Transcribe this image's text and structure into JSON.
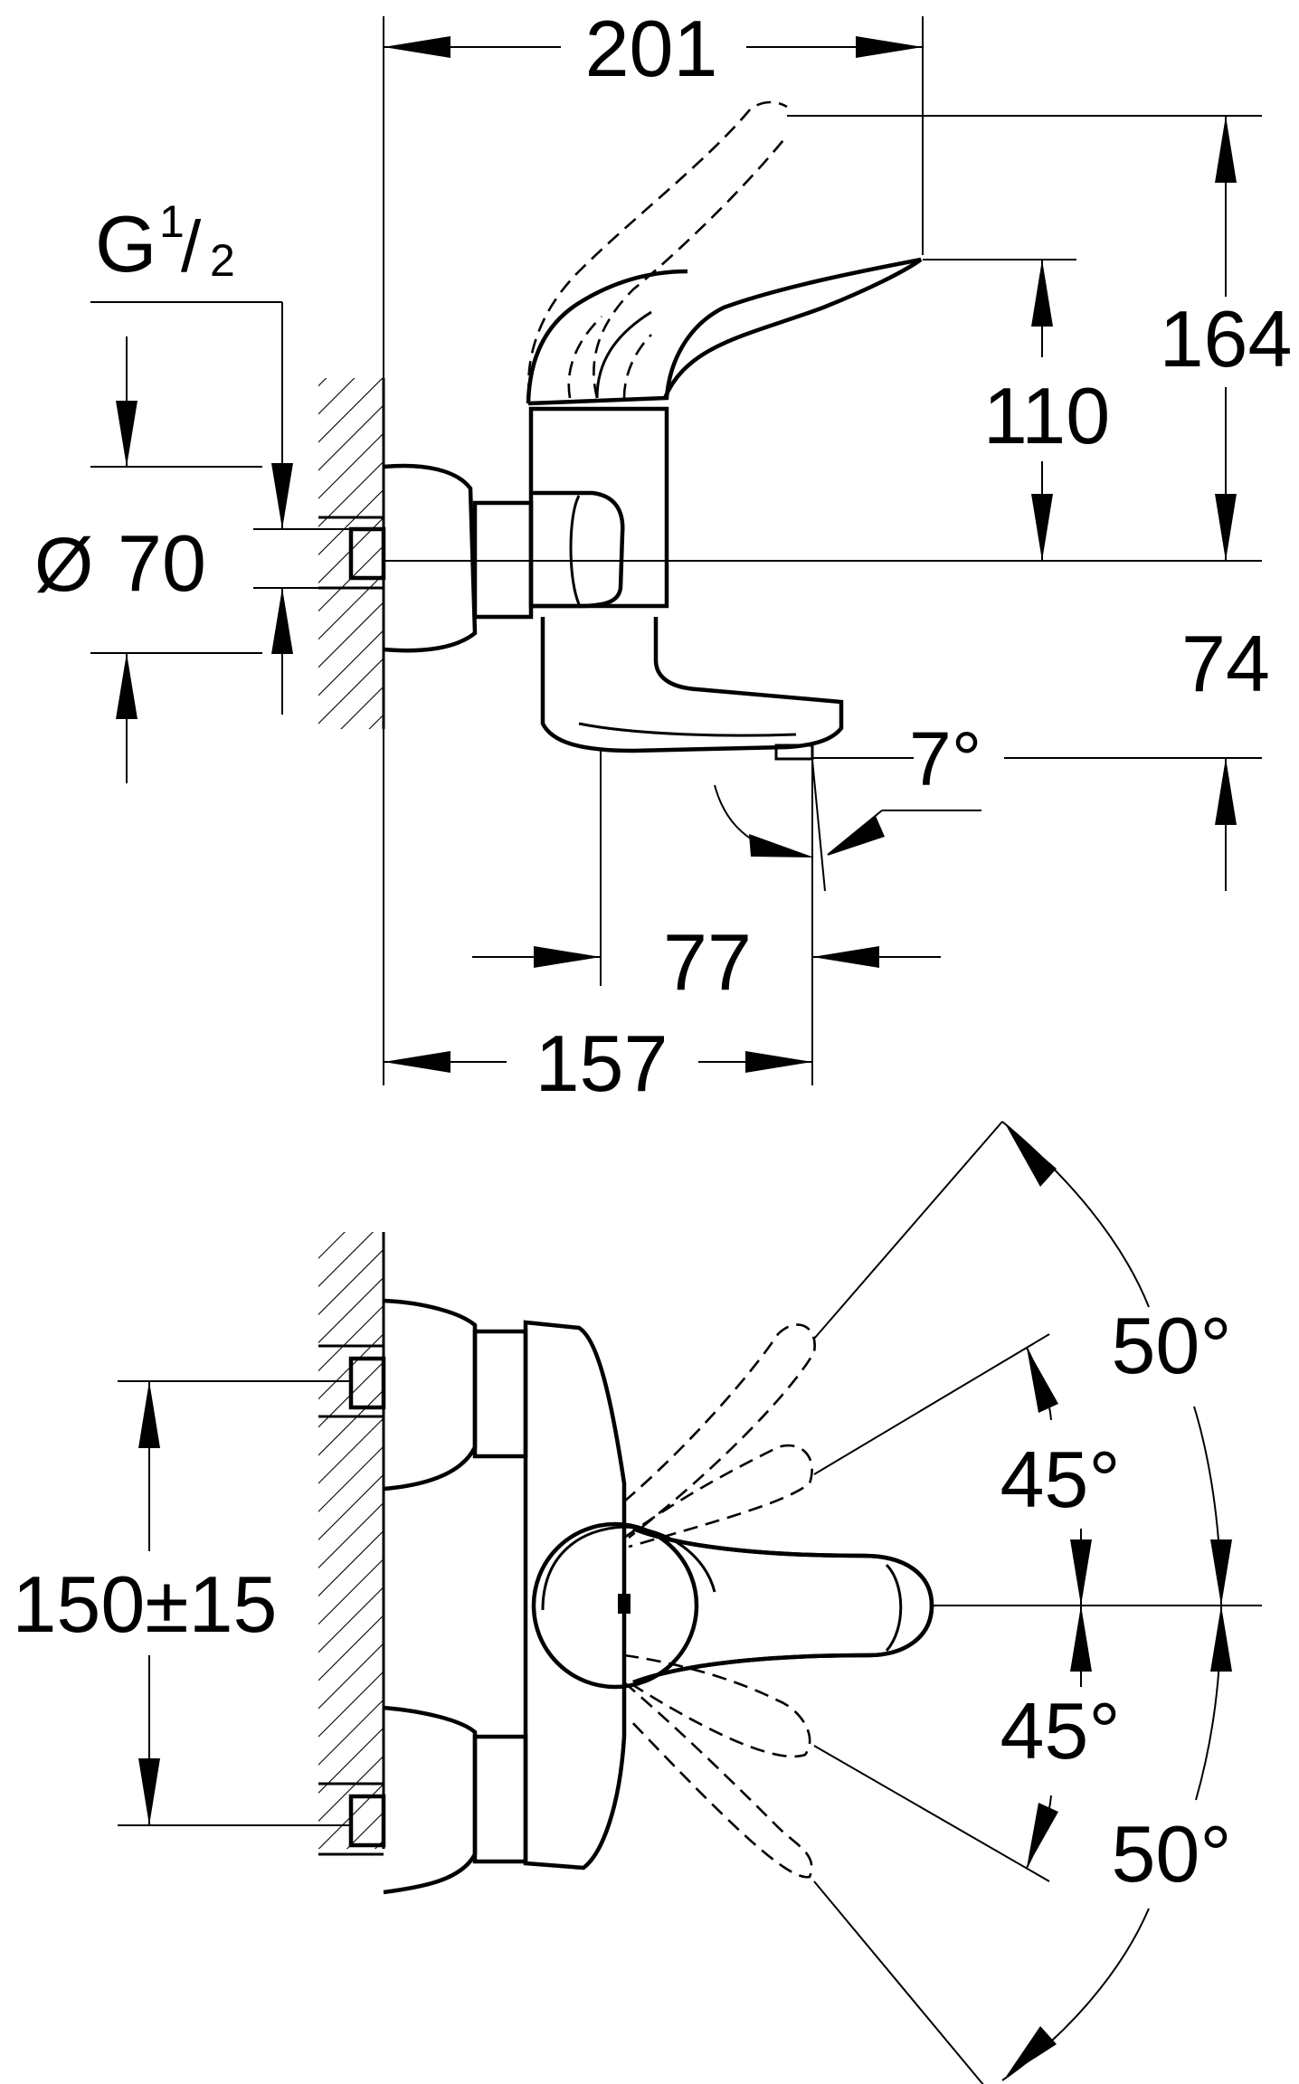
{
  "drawing": {
    "side_view": {
      "dims": {
        "width_total": "201",
        "thread_g": "G",
        "thread_num": "1",
        "thread_den": "2",
        "diameter_symbol": "Ø",
        "diameter": "70",
        "height_top": "164",
        "height_lever": "110",
        "height_spout": "74",
        "spout_angle": "7°",
        "spout_offset": "77",
        "projection": "157"
      }
    },
    "top_view": {
      "dims": {
        "centres": "150±15",
        "angle_up_outer": "50°",
        "angle_up_inner": "45°",
        "angle_down_inner": "45°",
        "angle_down_outer": "50°"
      }
    }
  },
  "colors": {
    "line": "#000000",
    "background": "#ffffff"
  }
}
